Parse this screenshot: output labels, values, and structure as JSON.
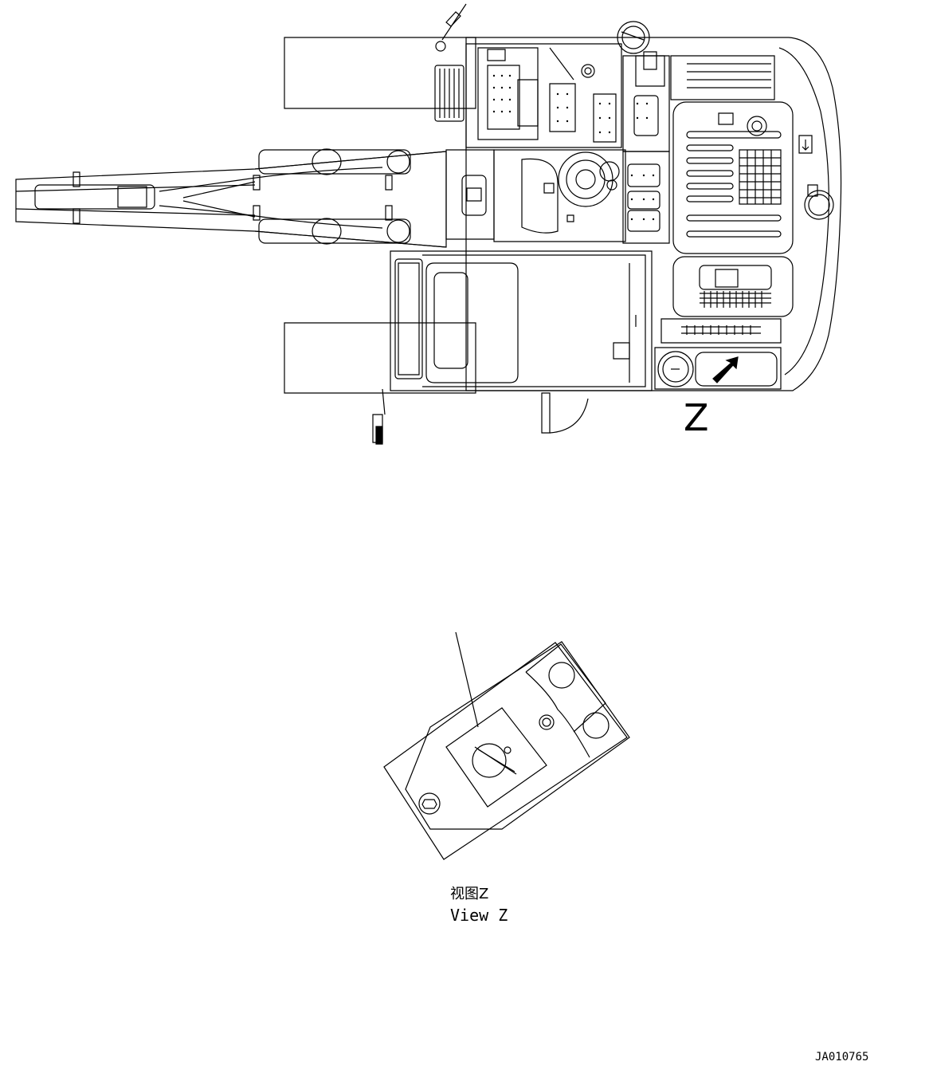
{
  "drawing": {
    "view_marker": "Z",
    "view_caption_cn": "视图Z",
    "view_caption_en": "View Z",
    "drawing_number": "JA010765"
  },
  "colors": {
    "line": "#000000",
    "background": "#ffffff",
    "fill_dark": "#000000"
  }
}
